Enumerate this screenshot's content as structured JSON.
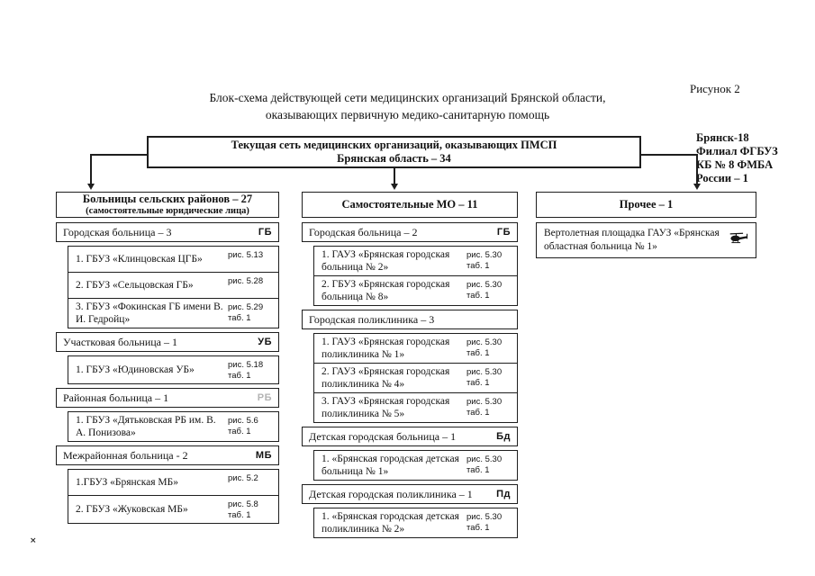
{
  "figure_label": "Рисунок 2",
  "title": {
    "line1": "Блок-схема действующей сети медицинских организаций Брянской области,",
    "line2": "оказывающих первичную медико-санитарную помощь"
  },
  "root_box": {
    "line1": "Текущая сеть медицинских организаций, оказывающих ПМСП",
    "line2": "Брянская область – 34"
  },
  "branch_note": {
    "lines": [
      "Брянск-18",
      "Филиал ФГБУЗ",
      "КБ № 8 ФМБА",
      "России – 1"
    ]
  },
  "colors": {
    "line": "#1e1e1e",
    "text": "#121212",
    "faded_badge": "#b3b3b3"
  },
  "misc": {
    "page_mark": "×"
  },
  "columns": [
    {
      "header": "Больницы сельских районов – 27",
      "subheader": "(самостоятельные юридические лица)",
      "groups": [
        {
          "label": "Городская больница – 3",
          "badge": "ГБ",
          "items": [
            {
              "name": "1. ГБУЗ «Клинцовская ЦГБ»",
              "refs": [
                "рис. 5.13"
              ]
            },
            {
              "name": "2. ГБУЗ «Сельцовская ГБ»",
              "refs": [
                "рис. 5.28"
              ]
            },
            {
              "name": "3. ГБУЗ «Фокинская ГБ имени В. И. Гедройц»",
              "refs": [
                "рис. 5.29",
                "таб. 1"
              ]
            }
          ]
        },
        {
          "label": "Участковая больница – 1",
          "badge": "УБ",
          "items": [
            {
              "name": "1. ГБУЗ «Юдиновская УБ»",
              "refs": [
                "рис. 5.18",
                "таб. 1"
              ]
            }
          ]
        },
        {
          "label": "Районная больница – 1",
          "badge": "РБ",
          "items": [
            {
              "name": "1. ГБУЗ «Дятьковская РБ им. В. А. Понизова»",
              "refs": [
                "рис. 5.6",
                "таб. 1"
              ]
            }
          ]
        },
        {
          "label": "Межрайонная больница - 2",
          "badge": "МБ",
          "items": [
            {
              "name": "1.ГБУЗ «Брянская МБ»",
              "refs": [
                "рис. 5.2"
              ]
            },
            {
              "name": "2. ГБУЗ «Жуковская МБ»",
              "refs": [
                "рис. 5.8",
                "таб. 1"
              ]
            }
          ]
        }
      ]
    },
    {
      "header": "Самостоятельные МО – 11",
      "groups": [
        {
          "label": "Городская больница – 2",
          "badge": "ГБ",
          "items": [
            {
              "name": "1. ГАУЗ «Брянская городская больница № 2»",
              "refs": [
                "рис. 5.30",
                "таб. 1"
              ]
            },
            {
              "name": "2. ГБУЗ «Брянская городская больница № 8»",
              "refs": [
                "рис. 5.30",
                "таб. 1"
              ]
            }
          ]
        },
        {
          "label": "Городская поликлиника – 3",
          "badge": "",
          "items": [
            {
              "name": "1. ГАУЗ «Брянская городская поликлиника № 1»",
              "refs": [
                "рис. 5.30",
                "таб. 1"
              ]
            },
            {
              "name": "2. ГАУЗ «Брянская городская поликлиника № 4»",
              "refs": [
                "рис. 5.30",
                "таб. 1"
              ]
            },
            {
              "name": "3. ГАУЗ «Брянская городская поликлиника № 5»",
              "refs": [
                "рис. 5.30",
                "таб. 1"
              ]
            }
          ]
        },
        {
          "label": "Детская городская больница – 1",
          "badge": "Бд",
          "items": [
            {
              "name": "1. «Брянская городская детская больница № 1»",
              "refs": [
                "рис. 5.30",
                "таб. 1"
              ]
            }
          ]
        },
        {
          "label": "Детская городская поликлиника – 1",
          "badge": "Пд",
          "items": [
            {
              "name": "1. «Брянская городская детская поликлиника № 2»",
              "refs": [
                "рис. 5.30",
                "таб. 1"
              ]
            }
          ]
        }
      ]
    },
    {
      "header": "Прочее – 1",
      "other_item": {
        "name": "Вертолетная площадка ГАУЗ «Брянская областная больница № 1»",
        "icon": "helicopter-icon"
      }
    }
  ]
}
